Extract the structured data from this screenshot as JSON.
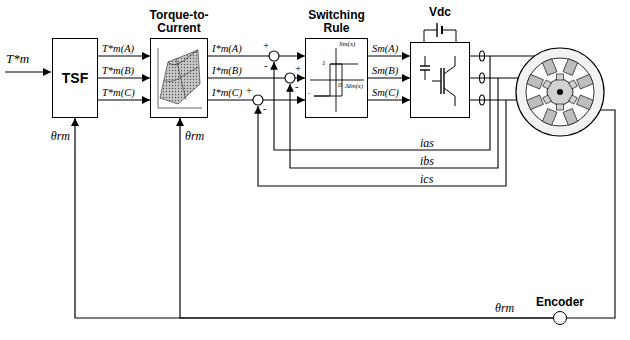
{
  "diagram": {
    "nodes": [
      {
        "text": [
          "TSF"
        ]
      },
      {
        "text": [
          "Torque-to- Current"
        ]
      },
      {
        "text": [
          "Switching Rule"
        ]
      },
      {
        "text": [
          "Vdc"
        ]
      },
      {
        "text": [
          "Encoder"
        ]
      }
    ],
    "edges": [
      {
        "from": 0,
        "to": 1,
        "arrow": "to",
        "label": "T*m(A)"
      },
      {
        "from": 0,
        "to": 1,
        "arrow": "to",
        "label": "T*m(B)"
      },
      {
        "from": 0,
        "to": 1,
        "arrow": "to",
        "label": "T*m(C)"
      },
      {
        "from": 1,
        "to": 2,
        "arrow": "to",
        "label": "I*m(A)"
      },
      {
        "from": 1,
        "to": 2,
        "arrow": "to",
        "label": "I*m(B)"
      },
      {
        "from": 1,
        "to": 2,
        "arrow": "to",
        "label": "I*m(C)"
      },
      {
        "from": 2,
        "to": 3,
        "arrow": "to",
        "label": "Sm(A)"
      },
      {
        "from": 2,
        "to": 3,
        "arrow": "to",
        "label": "Sm(B)"
      },
      {
        "from": 2,
        "to": 3,
        "arrow": "to",
        "label": "Sm(C)"
      },
      {
        "from": 4,
        "to": 0,
        "arrow": "to",
        "label": "θrm"
      },
      {
        "from": 4,
        "to": 1,
        "arrow": "to",
        "label": "θrm"
      }
    ],
    "labels": [
      "T*m",
      "+",
      "-",
      "+",
      "-",
      "+",
      "-",
      "Sm(x)",
      "1",
      "0",
      "-",
      "ΔIm(x)",
      "ias",
      "ibs",
      "ics",
      "θrm"
    ]
  }
}
